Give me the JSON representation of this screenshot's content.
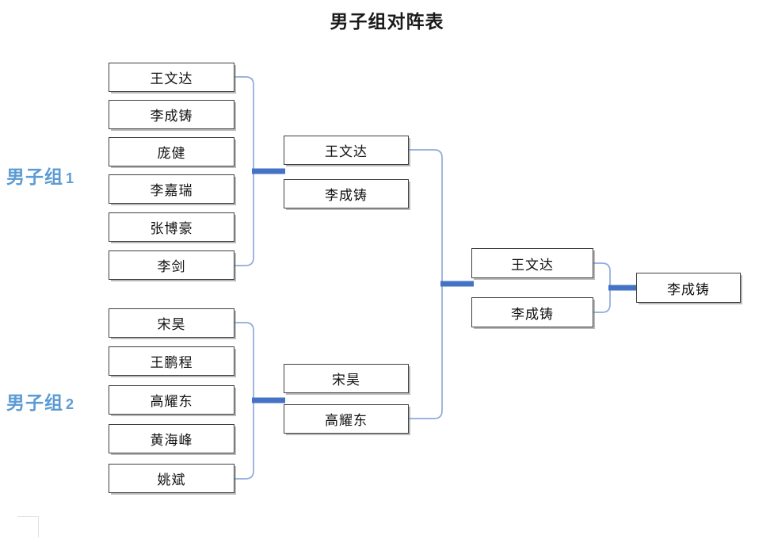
{
  "title": "男子组对阵表",
  "colors": {
    "accent_blue": "#4472C4",
    "light_blue": "#8FAADC",
    "label_blue": "#5B9BD5",
    "box_border": "#3F3F3F",
    "background": "#FFFFFF"
  },
  "groups": [
    {
      "id": "group-1",
      "label": "男子组",
      "number": "1"
    },
    {
      "id": "group-2",
      "label": "男子组",
      "number": "2"
    }
  ],
  "rounds": [
    {
      "name": "round-1",
      "group_1": [
        {
          "name": "王文达"
        },
        {
          "name": "李成铸"
        },
        {
          "name": "庞健"
        },
        {
          "name": "李嘉瑞"
        },
        {
          "name": "张博豪"
        },
        {
          "name": "李剑"
        }
      ],
      "group_2": [
        {
          "name": "宋昊"
        },
        {
          "name": "王鹏程"
        },
        {
          "name": "高耀东"
        },
        {
          "name": "黄海峰"
        },
        {
          "name": "姚斌"
        }
      ]
    },
    {
      "name": "round-2",
      "group_1": [
        {
          "name": "王文达"
        },
        {
          "name": "李成铸"
        }
      ],
      "group_2": [
        {
          "name": "宋昊"
        },
        {
          "name": "高耀东"
        }
      ]
    },
    {
      "name": "round-3",
      "entries": [
        {
          "name": "王文达"
        },
        {
          "name": "李成铸"
        }
      ]
    },
    {
      "name": "final",
      "entries": [
        {
          "name": "李成铸"
        }
      ]
    }
  ]
}
